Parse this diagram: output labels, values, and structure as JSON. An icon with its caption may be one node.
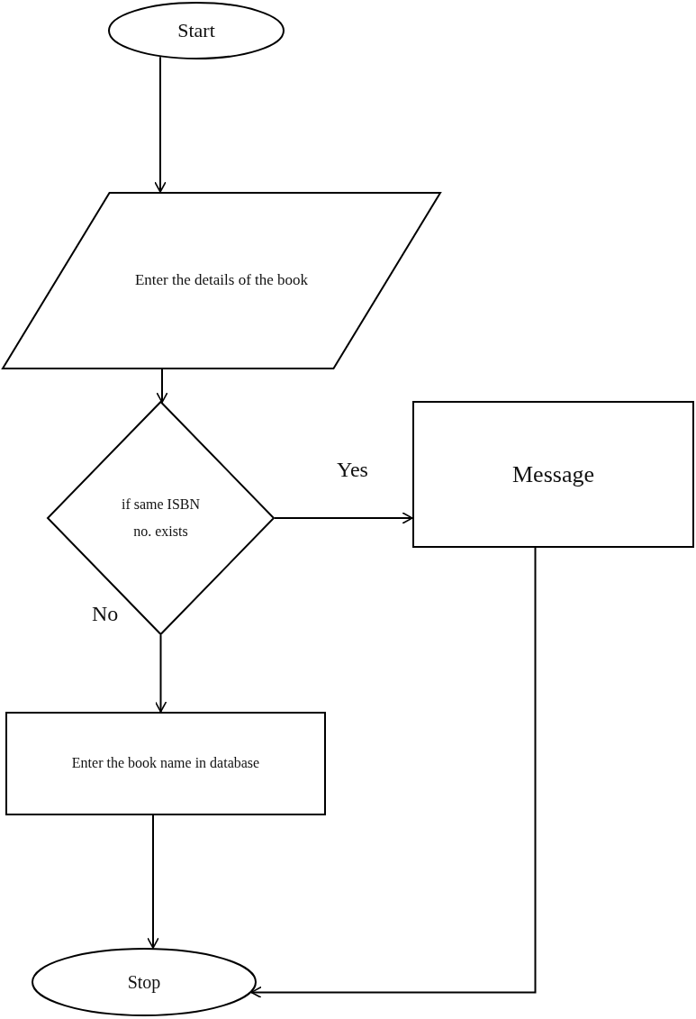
{
  "diagram": {
    "nodes": [
      {
        "text": [
          "Start"
        ]
      },
      {
        "text": [
          "Enter the details of the book"
        ]
      },
      {
        "text": [
          "if same ISBN no. exists"
        ]
      },
      {
        "text": [
          "Message"
        ]
      },
      {
        "text": [
          "Enter the book name  in database"
        ]
      },
      {
        "text": [
          "Stop"
        ]
      }
    ],
    "edges": [
      {
        "from": 0,
        "to": 1,
        "arrow": "to"
      },
      {
        "from": 1,
        "to": 2,
        "arrow": "to"
      },
      {
        "from": 2,
        "to": 3,
        "arrow": "to",
        "label": "Yes"
      },
      {
        "from": 2,
        "to": 4,
        "arrow": "to",
        "label": "No"
      },
      {
        "from": 4,
        "to": 5,
        "arrow": "to"
      },
      {
        "from": 3,
        "to": 5,
        "arrow": "to"
      }
    ]
  }
}
